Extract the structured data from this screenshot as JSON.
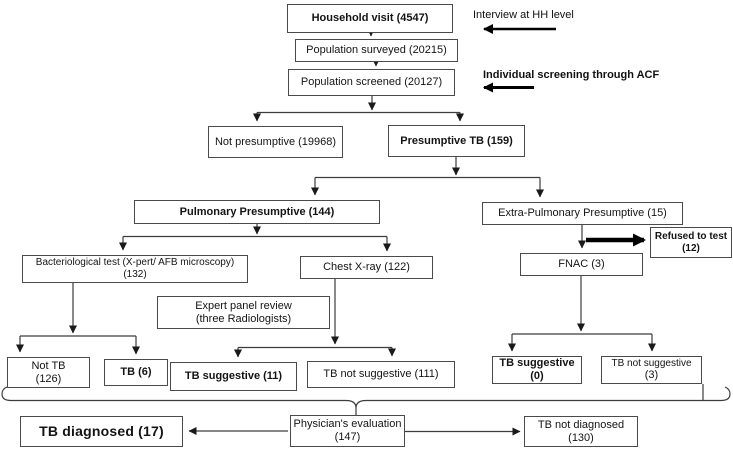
{
  "diagram": {
    "nodes": {
      "household": {
        "label": "Household visit (4547)"
      },
      "surveyed": {
        "label": "Population surveyed (20215)"
      },
      "screened": {
        "label": "Population screened (20127)"
      },
      "not_presumptive": {
        "label": "Not presumptive (19968)"
      },
      "presumptive_tb": {
        "label": "Presumptive TB (159)"
      },
      "pulmonary": {
        "label": "Pulmonary Presumptive (144)"
      },
      "extra_pulmonary": {
        "label": "Extra-Pulmonary Presumptive (15)"
      },
      "bact_test": {
        "line1": "Bacteriological test (X-pert/ AFB microscopy)",
        "line2": "(132)"
      },
      "chest_xray": {
        "label": "Chest X-ray (122)"
      },
      "fnac": {
        "label": "FNAC (3)"
      },
      "refused": {
        "line1": "Refused to test",
        "line2": "(12)"
      },
      "expert_panel": {
        "line1": "Expert panel review",
        "line2": "(three Radiologists)"
      },
      "not_tb": {
        "line1": "Not TB",
        "line2": "(126)"
      },
      "tb_6": {
        "label": "TB (6)"
      },
      "tb_suggestive_11": {
        "label": "TB suggestive (11)"
      },
      "tb_not_suggestive_111": {
        "label": "TB not suggestive (111)"
      },
      "tb_suggestive_0": {
        "line1": "TB suggestive",
        "line2": "(0)"
      },
      "tb_not_suggestive_3": {
        "line1": "TB not suggestive",
        "line2": "(3)"
      },
      "tb_diagnosed": {
        "label": "TB diagnosed (17)"
      },
      "physician": {
        "line1": "Physician's evaluation",
        "line2": "(147)"
      },
      "tb_not_diagnosed": {
        "line1": "TB not diagnosed",
        "line2": "(130)"
      }
    },
    "annotations": {
      "interview": "Interview at HH level",
      "acf": "Individual screening through ACF"
    },
    "colors": {
      "line": "#3c3c3c",
      "border": "#4a4a4a",
      "text": "#141414",
      "background": "#ffffff"
    }
  }
}
